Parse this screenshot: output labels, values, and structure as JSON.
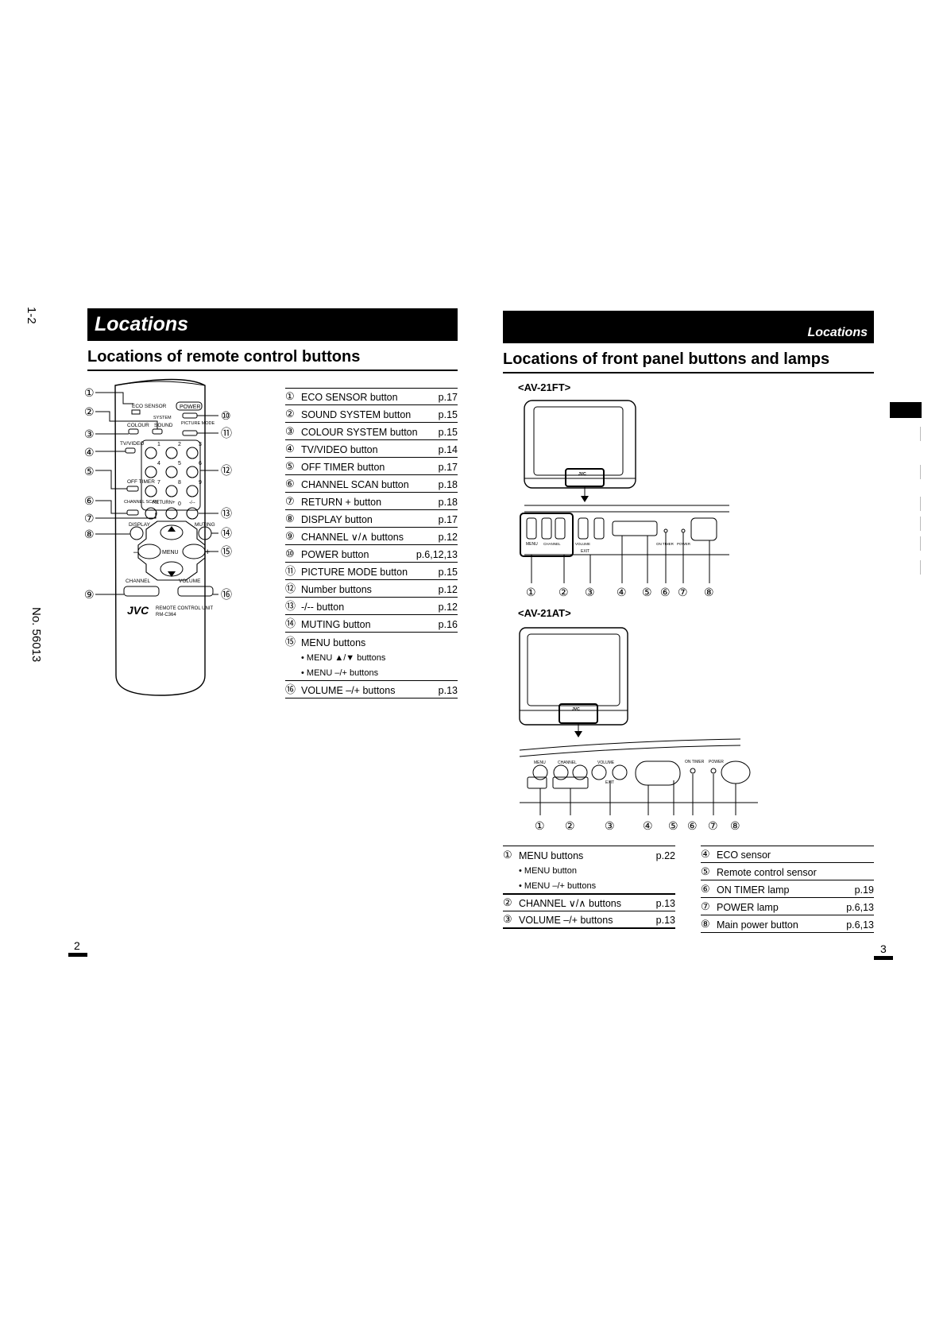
{
  "margin": {
    "section_code": "1-2",
    "doc_number": "No. 56013"
  },
  "left_page": {
    "banner": "Locations",
    "section_title": "Locations of remote control buttons",
    "remote_labels": {
      "eco_sensor": "ECO SENSOR",
      "system": "SYSTEM",
      "colour": "COLOUR",
      "sound": "SOUND",
      "power": "POWER",
      "picture_mode": "PICTURE MODE",
      "tv_video": "TV/VIDEO",
      "off_timer": "OFF TIMER",
      "channel_scan": "CHANNEL SCAN",
      "return_plus": "RETURN+",
      "dash": "-/--",
      "display": "DISPLAY",
      "muting": "MUTING",
      "menu": "MENU",
      "channel": "CHANNEL",
      "volume": "VOLUME",
      "brand": "JVC",
      "unit_name": "REMOTE CONTROL UNIT",
      "model": "RM-C364",
      "digits": [
        "1",
        "2",
        "3",
        "4",
        "5",
        "6",
        "7",
        "8",
        "9",
        "0"
      ]
    },
    "callouts": [
      "①",
      "②",
      "③",
      "④",
      "⑤",
      "⑥",
      "⑦",
      "⑧",
      "⑨",
      "⑩",
      "⑪",
      "⑫",
      "⑬",
      "⑭",
      "⑮",
      "⑯"
    ],
    "buttons_table": [
      {
        "num": "①",
        "label": "ECO SENSOR button",
        "page": "p.17"
      },
      {
        "num": "②",
        "label": "SOUND SYSTEM button",
        "page": "p.15"
      },
      {
        "num": "③",
        "label": "COLOUR SYSTEM button",
        "page": "p.15"
      },
      {
        "num": "④",
        "label": "TV/VIDEO button",
        "page": "p.14"
      },
      {
        "num": "⑤",
        "label": "OFF TIMER button",
        "page": "p.17"
      },
      {
        "num": "⑥",
        "label": "CHANNEL SCAN button",
        "page": "p.18"
      },
      {
        "num": "⑦",
        "label": "RETURN + button",
        "page": "p.18"
      },
      {
        "num": "⑧",
        "label": "DISPLAY button",
        "page": "p.17"
      },
      {
        "num": "⑨",
        "label": "CHANNEL ∨/∧ buttons",
        "page": "p.12"
      },
      {
        "num": "⑩",
        "label": "POWER button",
        "page": "p.6,12,13"
      },
      {
        "num": "⑪",
        "label": "PICTURE MODE button",
        "page": "p.15"
      },
      {
        "num": "⑫",
        "label": "Number buttons",
        "page": "p.12"
      },
      {
        "num": "⑬",
        "label": "-/-- button",
        "page": "p.12"
      },
      {
        "num": "⑭",
        "label": "MUTING button",
        "page": "p.16"
      }
    ],
    "menu_item": {
      "num": "⑮",
      "label": "MENU buttons",
      "subs": [
        "• MENU ▲/▼ buttons",
        "• MENU –/+ buttons"
      ]
    },
    "volume_item": {
      "num": "⑯",
      "label": "VOLUME –/+ buttons",
      "page": "p.13"
    },
    "page_number": "2"
  },
  "right_page": {
    "banner": "Locations",
    "section_title": "Locations of front panel buttons and lamps",
    "model_a": "<AV-21FT>",
    "model_b": "<AV-21AT>",
    "panel_labels": {
      "menu": "MENU",
      "channel": "CHANNEL",
      "volume": "VOLUME",
      "exit": "EXIT",
      "on_timer": "ON TIMER",
      "power": "POWER",
      "brand": "JVC"
    },
    "callouts": [
      "①",
      "②",
      "③",
      "④",
      "⑤",
      "⑥",
      "⑦",
      "⑧"
    ],
    "left_table": [
      {
        "num": "①",
        "label": "MENU buttons",
        "page": "p.22",
        "subs": [
          "• MENU button",
          "• MENU –/+ buttons"
        ]
      },
      {
        "num": "②",
        "label": "CHANNEL ∨/∧ buttons",
        "page": "p.13"
      },
      {
        "num": "③",
        "label": "VOLUME –/+ buttons",
        "page": "p.13"
      }
    ],
    "right_table": [
      {
        "num": "④",
        "label": "ECO sensor",
        "page": ""
      },
      {
        "num": "⑤",
        "label": "Remote control sensor",
        "page": ""
      },
      {
        "num": "⑥",
        "label": "ON TIMER lamp",
        "page": "p.19"
      },
      {
        "num": "⑦",
        "label": "POWER lamp",
        "page": "p.6,13"
      },
      {
        "num": "⑧",
        "label": "Main power button",
        "page": "p.6,13"
      }
    ],
    "page_number": "3"
  }
}
